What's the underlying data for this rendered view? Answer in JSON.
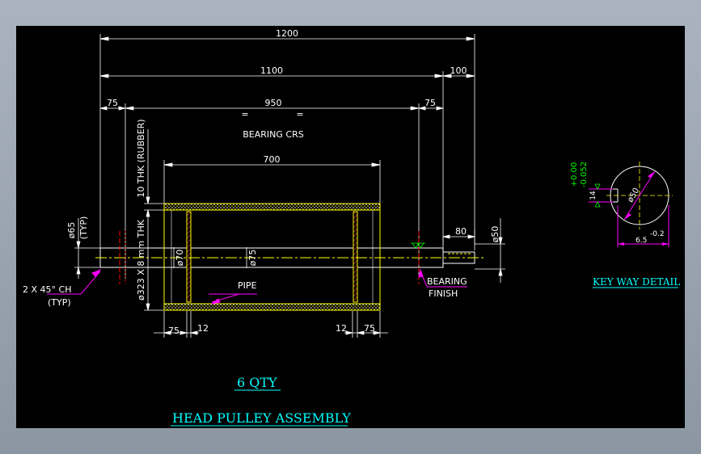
{
  "colors": {
    "background": "#000000",
    "dim": "#ffffff",
    "pipe": "#ffff00",
    "hatch": "#ff0000",
    "label": "#ff00ff",
    "center": "#ffff00",
    "title": "#00ffff",
    "tolerance": "#00ff00"
  },
  "dimensions": {
    "overall": "1200",
    "shaft_length": "1100",
    "drive_end": "100",
    "left_end": "75",
    "bearing_centers": "950",
    "equal_left": "=",
    "equal_right": "=",
    "right_end": "75",
    "bearing_crs": "BEARING CRS",
    "pipe_length": "700",
    "shaft_dia": "ø65",
    "shaft_dia_typ": "(TYP)",
    "rubber": "10 THK (RUBBER)",
    "pipe_od": "ø323 X 8 mm THK",
    "hub_dia": "ø70",
    "shaft_center_dia": "ø75",
    "drive_length": "80",
    "drive_dia": "ø50",
    "bottom_left_75": "75",
    "bottom_left_12": "12",
    "bottom_right_12": "12",
    "bottom_right_75": "75"
  },
  "labels": {
    "pipe": "PIPE",
    "chamfer": "2 X 45° CH",
    "chamfer_typ": "(TYP)",
    "bearing": "BEARING",
    "finish": "FINISH"
  },
  "keyway": {
    "title": "KEY WAY DETAIL",
    "dia": "ø50",
    "tol_upper": "+0.00",
    "tol_lower": "-0.052",
    "key_width": "14",
    "depth": "6.5",
    "depth_tol": "-0.2"
  },
  "title": {
    "qty": "6 QTY",
    "name": "HEAD PULLEY ASSEMBLY"
  }
}
